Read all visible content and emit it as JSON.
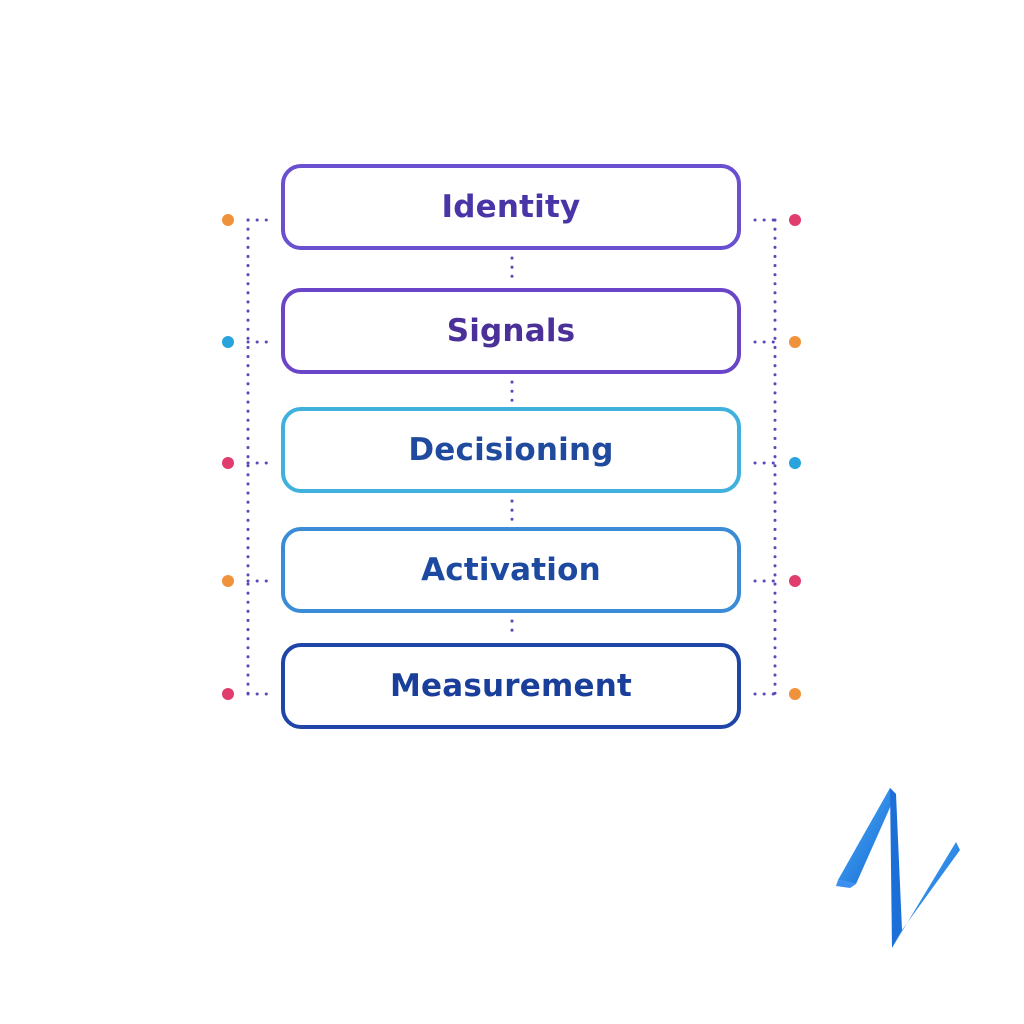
{
  "diagram": {
    "layers": [
      {
        "label": "Identity",
        "border_color": "#6a4fd0",
        "text_color": "#4a35a8"
      },
      {
        "label": "Signals",
        "border_color": "#6a45c8",
        "text_color": "#4a3098"
      },
      {
        "label": "Decisioning",
        "border_color": "#3fb1dc",
        "text_color": "#1f4a9e"
      },
      {
        "label": "Activation",
        "border_color": "#3a8cd6",
        "text_color": "#1d4aa0"
      },
      {
        "label": "Measurement",
        "border_color": "#1f45a8",
        "text_color": "#1a3f9a"
      }
    ],
    "left_dot_colors": [
      "#f0923c",
      "#29a3dc",
      "#e13c6e",
      "#f0923c",
      "#e13c6e"
    ],
    "right_dot_colors": [
      "#e13c6e",
      "#f0923c",
      "#29a3dc",
      "#e13c6e",
      "#f0923c"
    ],
    "connector_color": "#5a4ab8",
    "logo": {
      "icon": "zigzag-logo-icon",
      "color": "#2f8be6"
    }
  }
}
